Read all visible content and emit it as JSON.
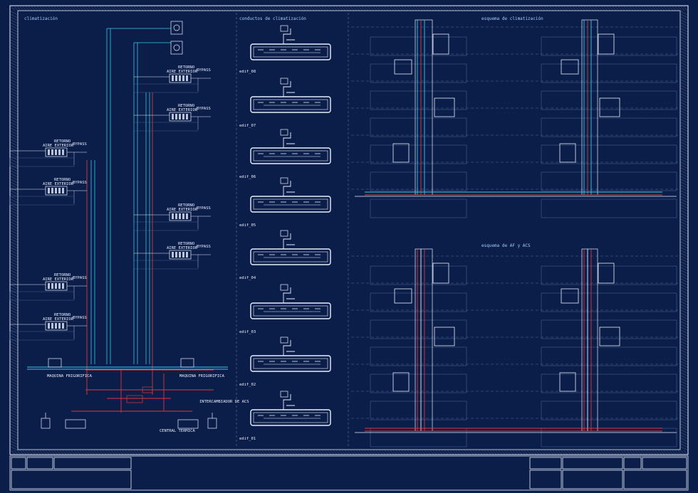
{
  "sheet": {
    "sections": {
      "climatizacion": "climatización",
      "conductos": "conductos de climatización",
      "esquema_clima": "esquema de climatización",
      "esquema_af_acs": "esquema de AF y ACS"
    },
    "plant_labels": [
      "edif_08",
      "edif_07",
      "edif_06",
      "edif_05",
      "edif_04",
      "edif_03",
      "edif_02",
      "edif_01"
    ],
    "equipment_labels": {
      "aire_exterior": "AIRE EXTERIOR",
      "retorno": "RETORNO",
      "bypass": "BYPASS",
      "maquina_frigorifica": "MAQUINA FRIGORIFICA",
      "intercambiador": "INTERCAMBIADOR DE ACS",
      "central_termica": "CENTRAL TERMICA"
    }
  },
  "colors": {
    "background": "#0b1e4a",
    "lines": "#e8eefc",
    "cyan": "#38c6e8",
    "red": "#e03434",
    "grid": "#4f6a9c"
  }
}
